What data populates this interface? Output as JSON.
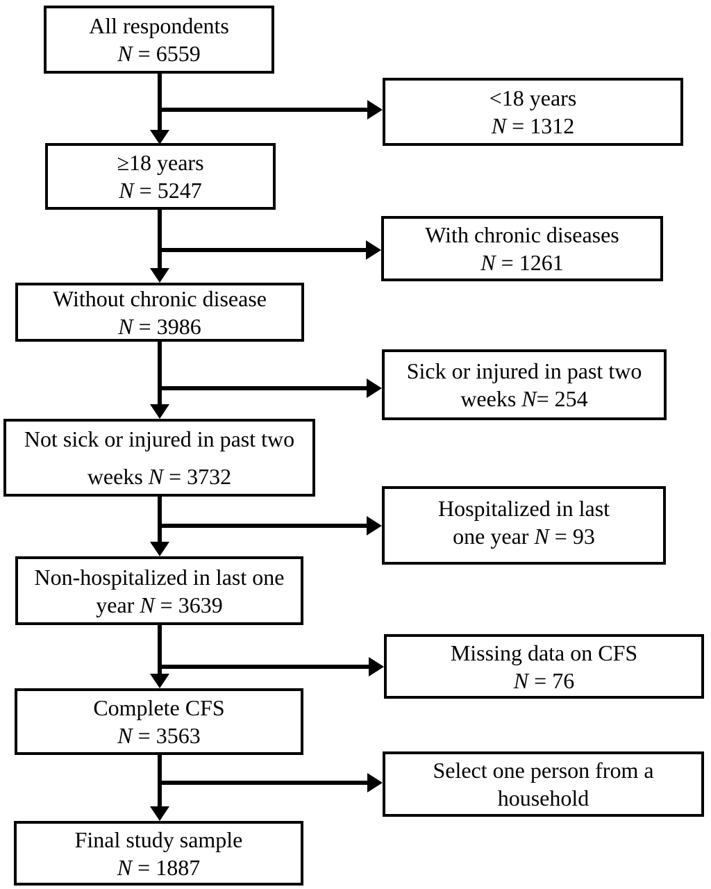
{
  "figure": {
    "kind": "study-flow-diagram",
    "background_color": "#ffffff",
    "line_color": "#000000",
    "box_fill_color": "#ffffff"
  },
  "nodes": {
    "all_respondents": {
      "line1": "All respondents",
      "line2_pre": "",
      "n": "N",
      "n_rest": " = 6559"
    },
    "adults": {
      "line1": "≥18 years",
      "line2_pre": "",
      "n": "N",
      "n_rest": " = 5247"
    },
    "without_chronic": {
      "line1": "Without chronic disease",
      "line2_pre": "",
      "n": "N",
      "n_rest": " = 3986"
    },
    "not_sick": {
      "line1": "Not sick or injured in past two",
      "line2_pre": "weeks ",
      "n": "N",
      "n_rest": " = 3732"
    },
    "non_hospitalized": {
      "line1": "Non-hospitalized in last one",
      "line2_pre": "year ",
      "n": "N",
      "n_rest": " = 3639"
    },
    "complete_cfs": {
      "line1": "Complete CFS",
      "line2_pre": "",
      "n": "N",
      "n_rest": " = 3563"
    },
    "final_sample": {
      "line1": "Final study sample",
      "line2_pre": "",
      "n": "N",
      "n_rest": " = 1887"
    },
    "under_18": {
      "line1": "<18 years",
      "line2_pre": "",
      "n": "N",
      "n_rest": " = 1312"
    },
    "with_chronic": {
      "line1": "With chronic diseases",
      "line2_pre": "",
      "n": "N",
      "n_rest": " = 1261"
    },
    "sick_injured": {
      "line1": "Sick or injured in past two",
      "line2_pre": "weeks ",
      "n": "N",
      "n_rest": "= 254"
    },
    "hospitalized": {
      "line1": "Hospitalized in last",
      "line2_pre": "one year ",
      "n": "N",
      "n_rest": " = 93"
    },
    "missing_cfs": {
      "line1": "Missing data on CFS",
      "line2_pre": "",
      "n": "N",
      "n_rest": " = 76"
    },
    "select_person": {
      "line1": "Select one person from a",
      "line2_pre": "household",
      "n": "",
      "n_rest": ""
    }
  }
}
